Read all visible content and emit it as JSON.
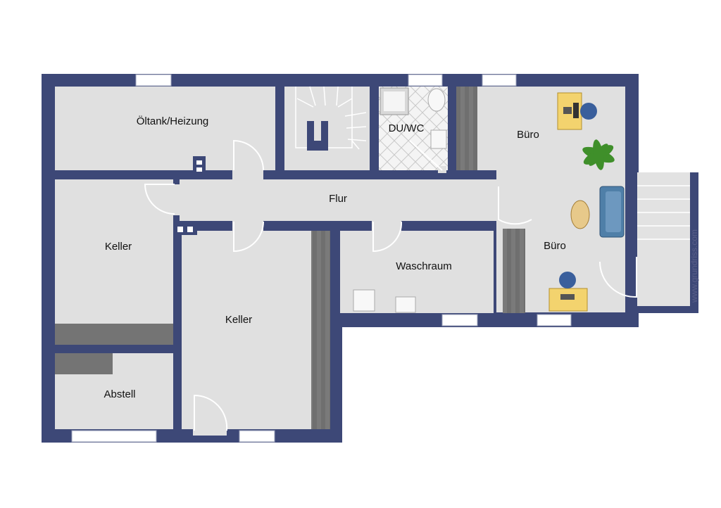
{
  "rooms": {
    "oeltank": "Öltank/Heizung",
    "duwc": "DU/WC",
    "buero_top": "Büro",
    "flur": "Flur",
    "keller_left": "Keller",
    "keller_center": "Keller",
    "waschraum": "Waschraum",
    "buero_bottom": "Büro",
    "abstell": "Abstell"
  },
  "watermark": "www.grundriss.com",
  "colors": {
    "wall": "#3d4877",
    "floor": "#e0e0e0",
    "window_frame": "#ffffff",
    "tile": "#f0f0f0",
    "desk": "#f3d36e",
    "chair": "#3a5f9c",
    "sofa": "#4f7fa8",
    "table": "#e7c98a",
    "plant": "#3f8f2a",
    "shelf": "#777777"
  }
}
